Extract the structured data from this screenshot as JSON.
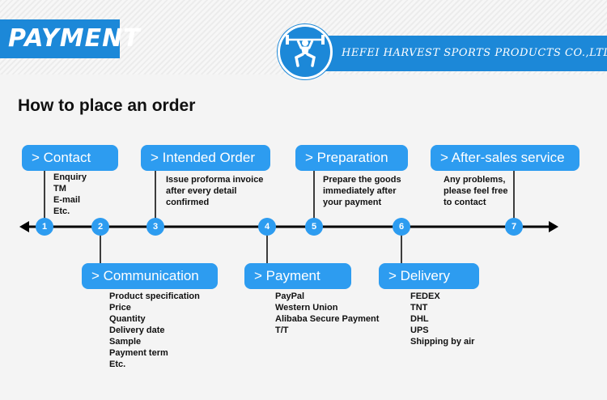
{
  "header": {
    "section_title": "PAYMENT",
    "company": "HEFEI HARVEST SPORTS PRODUCTS CO.,LTD.",
    "accent_color": "#1c88d8",
    "logo_icon": "weightlifter-icon"
  },
  "title": "How to place an order",
  "steps": [
    {
      "num": "1",
      "label": "> Contact",
      "items": [
        "Enquiry",
        "TM",
        "E-mail",
        "Etc."
      ]
    },
    {
      "num": "2",
      "label": "> Communication",
      "items": [
        "Product specification",
        "Price",
        "Quantity",
        "Delivery date",
        "Sample",
        "Payment term",
        "Etc."
      ]
    },
    {
      "num": "3",
      "label": "> Intended Order",
      "items": [
        "Issue proforma invoice",
        "after every detail",
        "confirmed"
      ]
    },
    {
      "num": "4",
      "label": "> Payment",
      "items": [
        "PayPal",
        "Western Union",
        "Alibaba Secure Payment",
        "T/T"
      ]
    },
    {
      "num": "5",
      "label": "> Preparation",
      "items": [
        "Prepare the goods",
        "immediately after",
        "your payment"
      ]
    },
    {
      "num": "6",
      "label": "> Delivery",
      "items": [
        "FEDEX",
        "TNT",
        "DHL",
        "UPS",
        "Shipping by air"
      ]
    },
    {
      "num": "7",
      "label": "> After-sales service",
      "items": [
        "Any problems,",
        "please feel free",
        "to contact"
      ]
    }
  ],
  "colors": {
    "tag": "#2d9cf0",
    "line": "#000000"
  }
}
